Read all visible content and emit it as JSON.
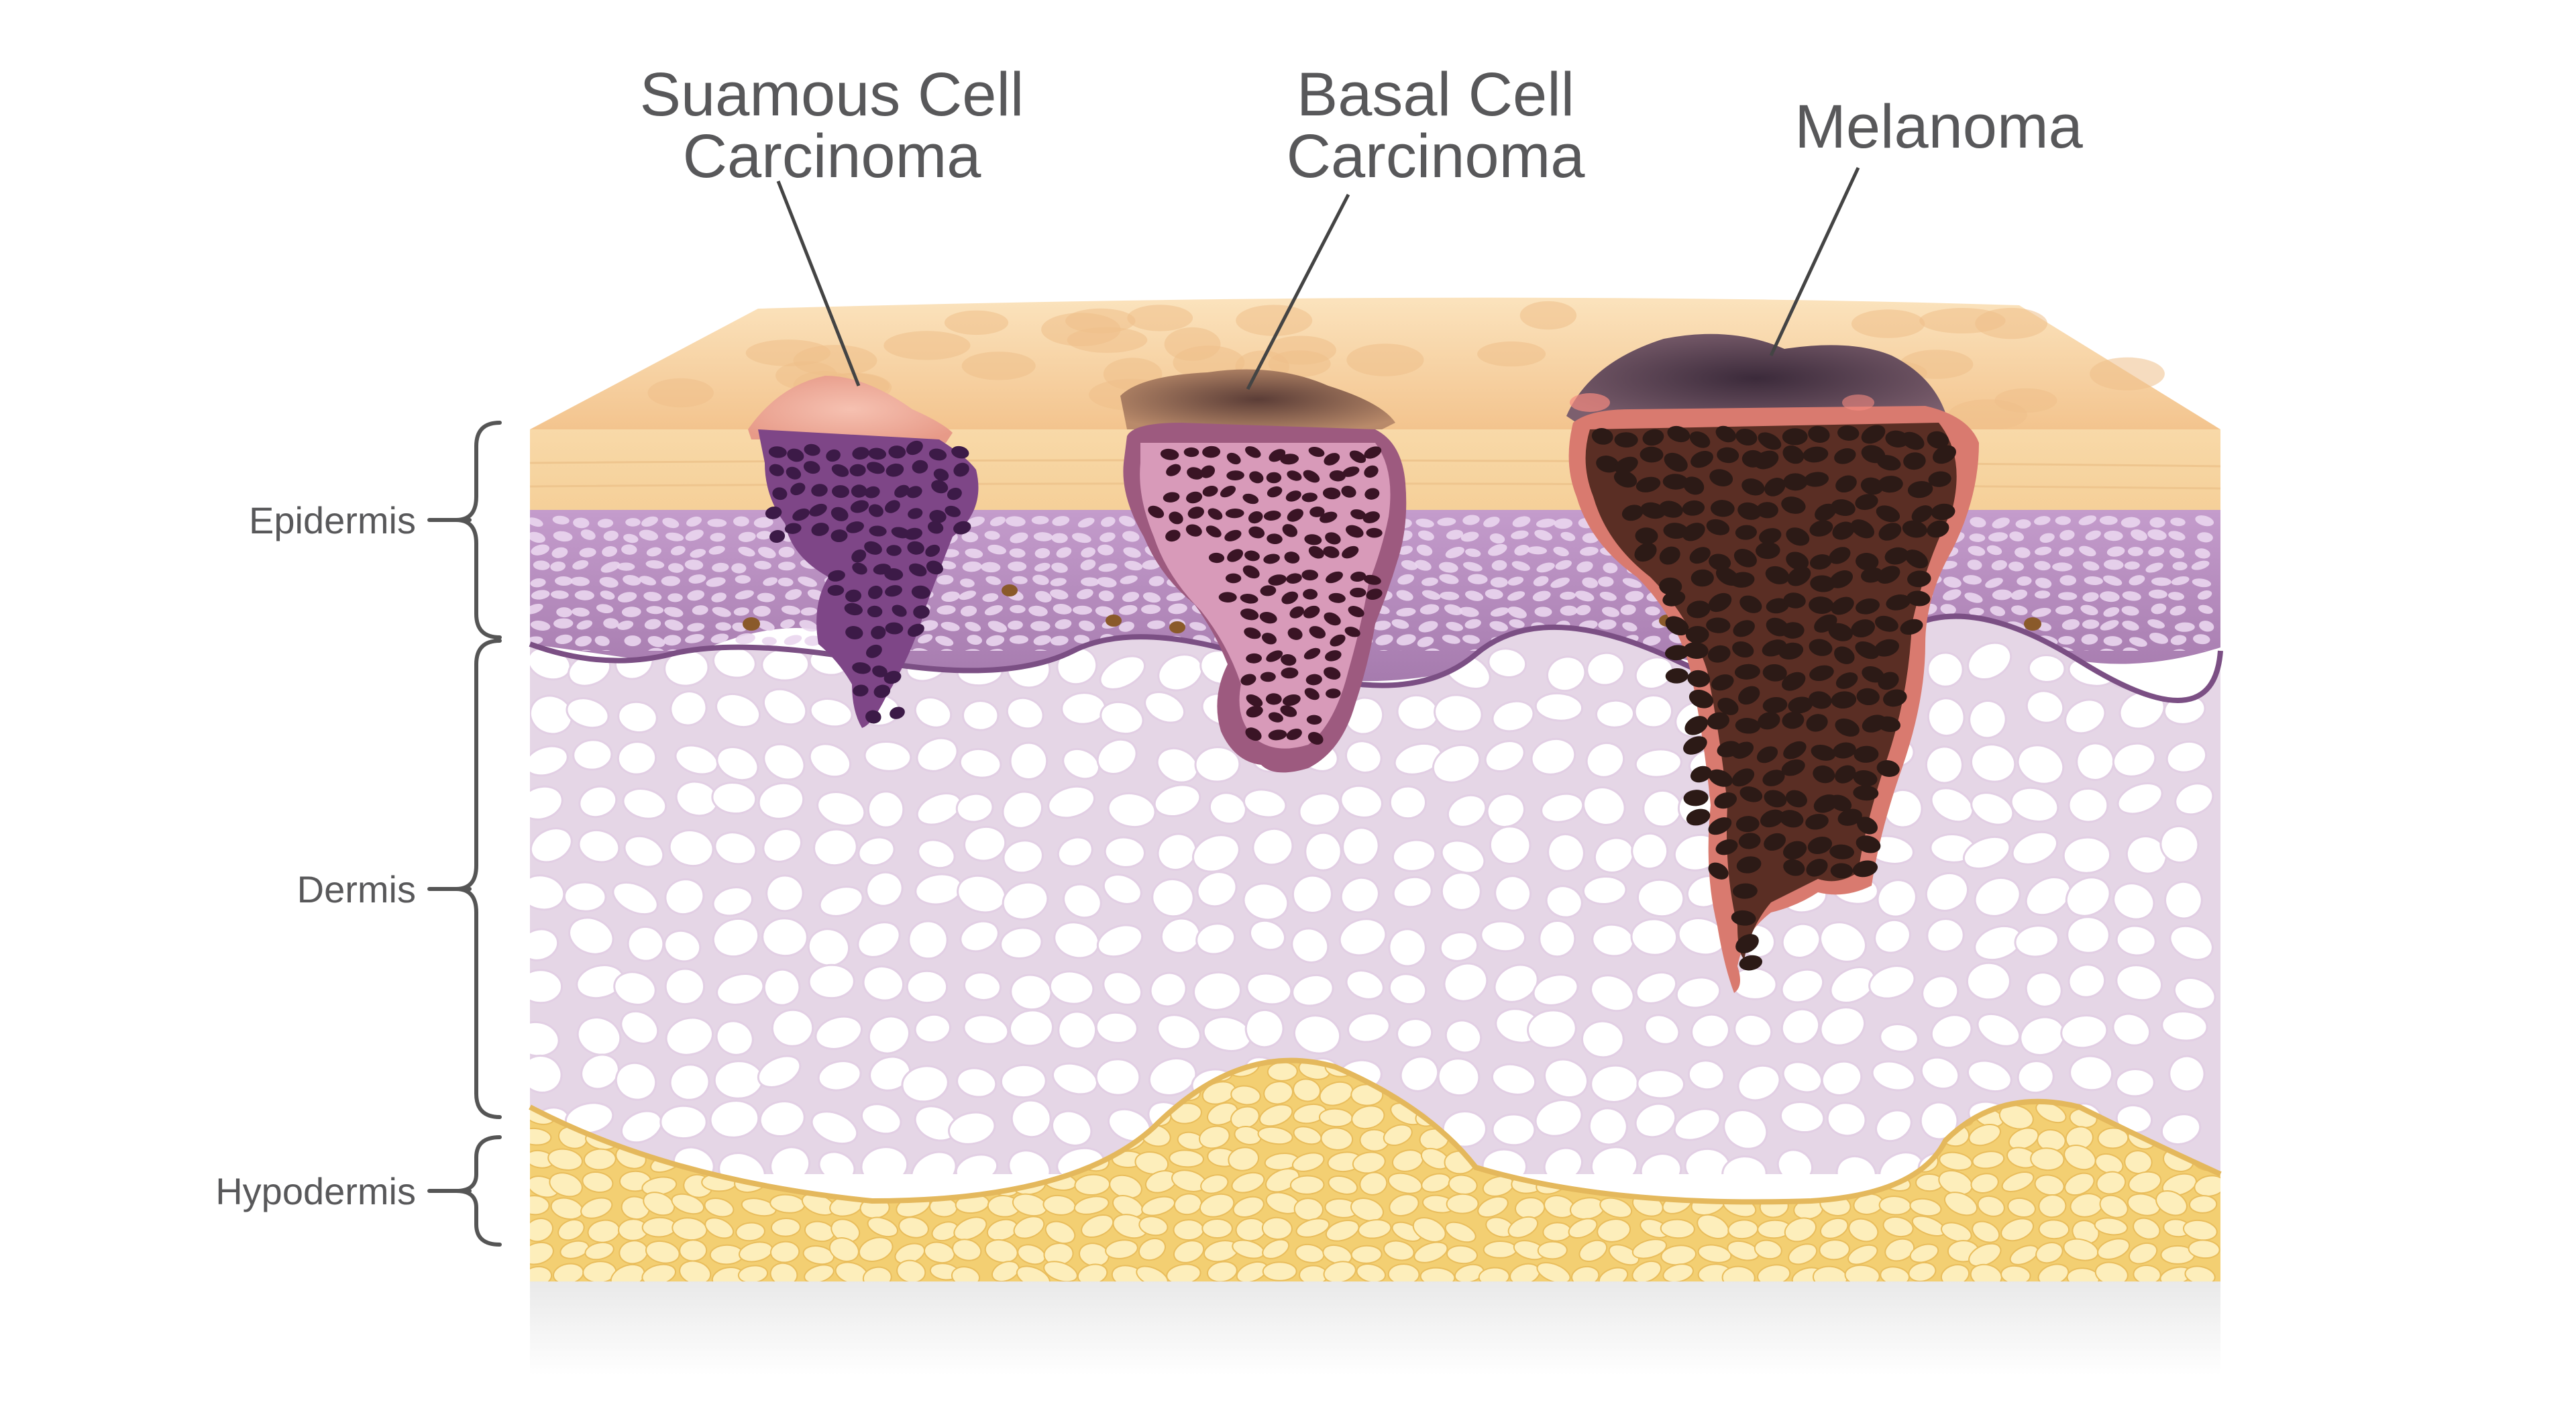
{
  "lesion_labels": {
    "scc": {
      "line1": "Suamous Cell",
      "line2": "Carcinoma"
    },
    "bcc": {
      "line1": "Basal Cell",
      "line2": "Carcinoma"
    },
    "melanoma": {
      "line1": "Melanoma"
    }
  },
  "layer_labels": {
    "epidermis": "Epidermis",
    "dermis": "Dermis",
    "hypodermis": "Hypodermis"
  },
  "colors": {
    "skin_top": "#f6d2a1",
    "epidermis_base": "#fbe2b6",
    "basal_layer": "#b48ab7",
    "dermis": "#e8dbe9",
    "dermis_cell": "#ffffff",
    "hypodermis": "#f7dd8e",
    "scc": "#8a5096",
    "bcc": "#c56c9c",
    "melanoma": "#4b2a23",
    "label_text": "#58585a"
  }
}
